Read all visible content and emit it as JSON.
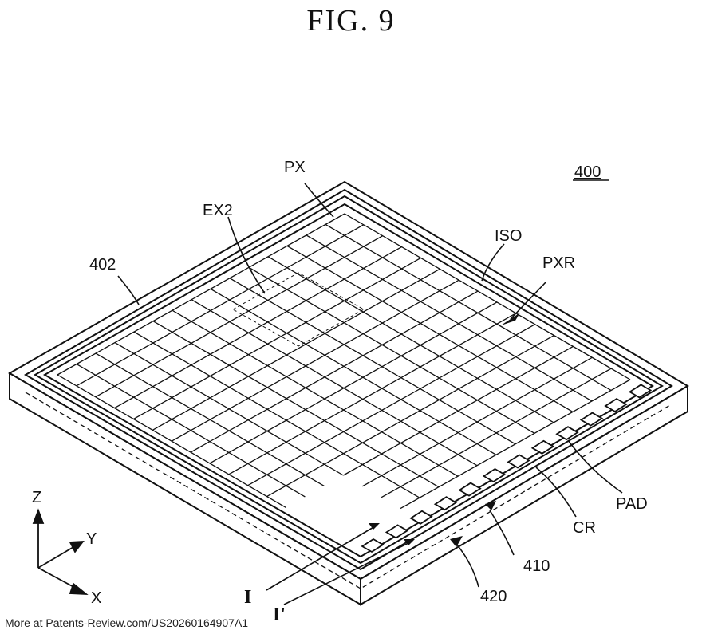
{
  "figure": {
    "title": "FIG. 9",
    "ref_main": "400",
    "labels": {
      "px": "PX",
      "ex2": "EX2",
      "iso": "ISO",
      "pxr": "PXR",
      "ref402": "402",
      "pad": "PAD",
      "cr": "CR",
      "ref410": "410",
      "ref420": "420",
      "i": "I",
      "i_prime": "I'"
    },
    "axes": {
      "z": "Z",
      "y": "Y",
      "x": "X"
    }
  },
  "footer": "More at Patents-Review.com/US20260164907A1"
}
